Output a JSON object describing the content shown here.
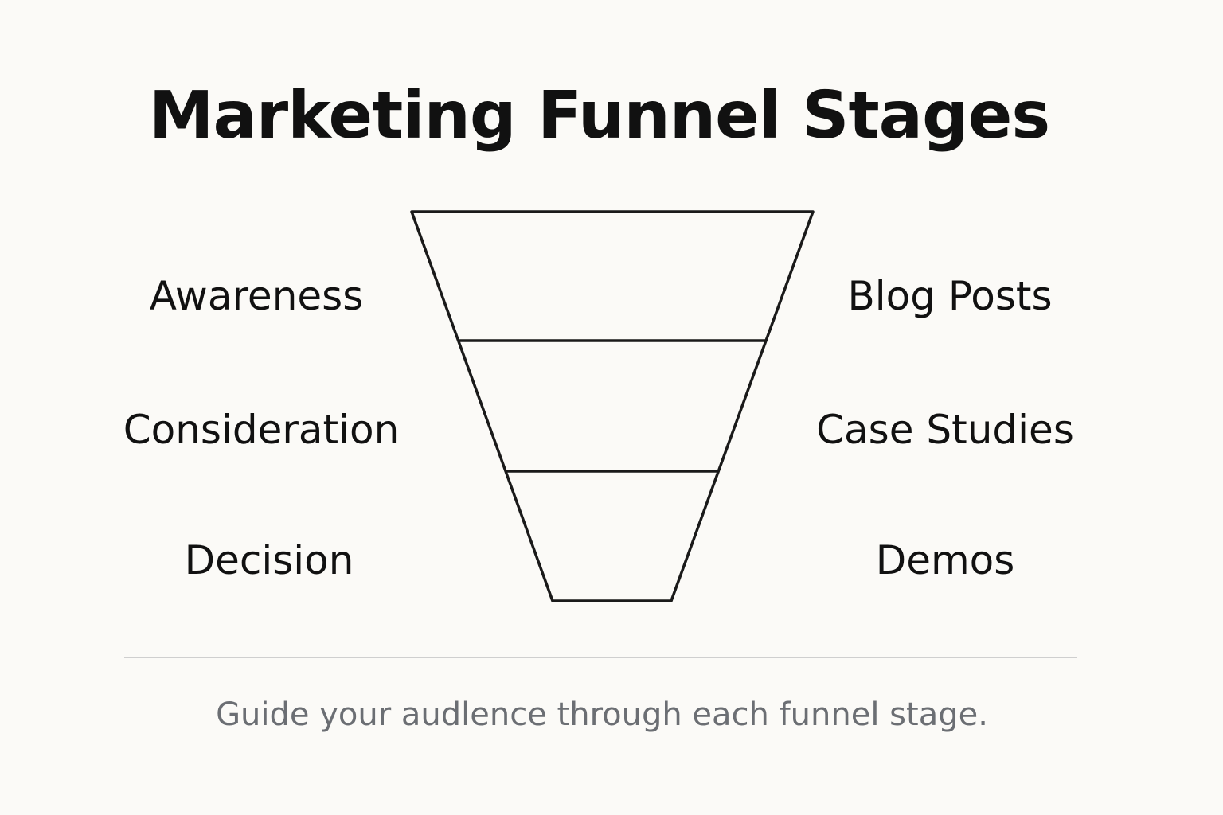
{
  "title": "Marketing Funnel Stages",
  "stages": [
    {
      "name": "Awareness",
      "content": "Blog Posts"
    },
    {
      "name": "Consideration",
      "content": "Case Studies"
    },
    {
      "name": "Decision",
      "content": "Demos"
    }
  ],
  "footer": "Guide your audlence through each funnel stage.",
  "colors": {
    "background": "#fbfaf7",
    "text": "#111111",
    "footer_text": "#6b6e73",
    "outline": "#1a1a1a",
    "divider": "#cfcfcf"
  }
}
